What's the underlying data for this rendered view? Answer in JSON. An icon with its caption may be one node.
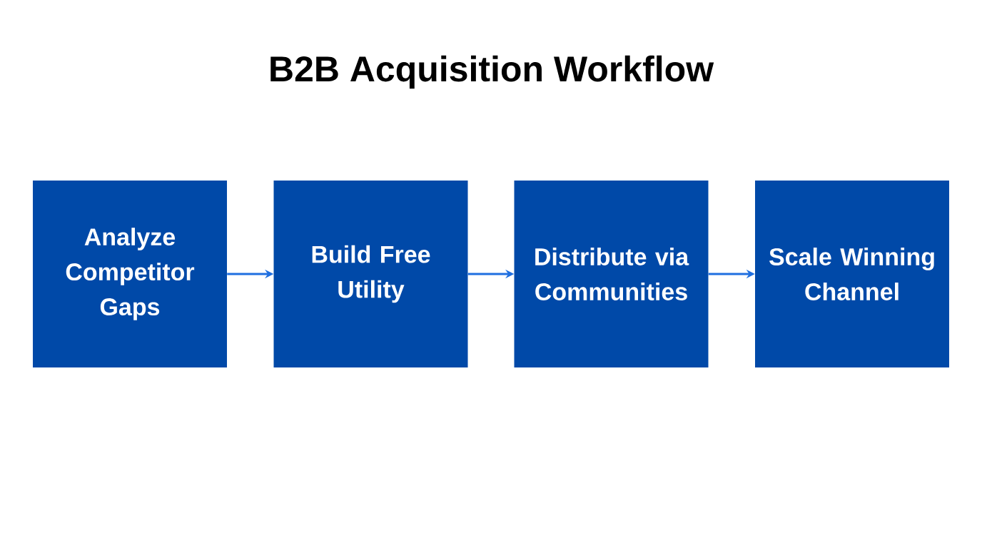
{
  "diagram": {
    "title": "B2B Acquisition Workflow",
    "nodes": [
      {
        "text": [
          "Analyze Competitor Gaps"
        ]
      },
      {
        "text": [
          "Build Free Utility"
        ]
      },
      {
        "text": [
          "Distribute via Communities"
        ]
      },
      {
        "text": [
          "Scale Winning Channel"
        ]
      }
    ],
    "edges": [
      {
        "from": 0,
        "to": 1,
        "arrow": "to"
      },
      {
        "from": 1,
        "to": 2,
        "arrow": "to"
      },
      {
        "from": 2,
        "to": 3,
        "arrow": "to"
      }
    ]
  }
}
